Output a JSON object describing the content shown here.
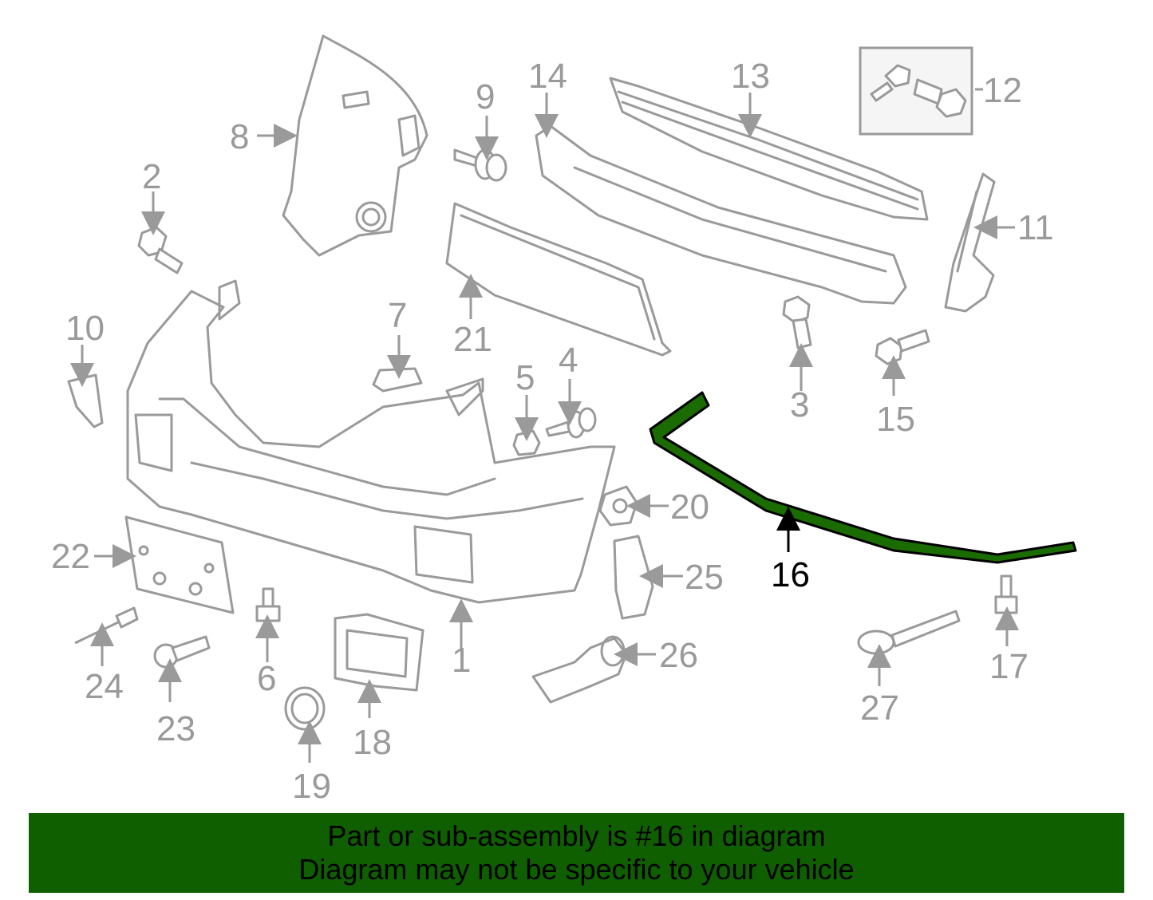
{
  "diagram": {
    "highlight_color": "#1a6b00",
    "callouts": [
      "1",
      "2",
      "3",
      "4",
      "5",
      "6",
      "7",
      "8",
      "9",
      "10",
      "11",
      "12",
      "13",
      "14",
      "15",
      "16",
      "17",
      "18",
      "19",
      "20",
      "21",
      "22",
      "23",
      "24",
      "25",
      "26",
      "27"
    ],
    "highlighted_callout": "16"
  },
  "footer": {
    "line1": "Part or sub-assembly is #16 in diagram",
    "line2": "Diagram may not be specific to your vehicle",
    "background": "#0f5f00"
  }
}
